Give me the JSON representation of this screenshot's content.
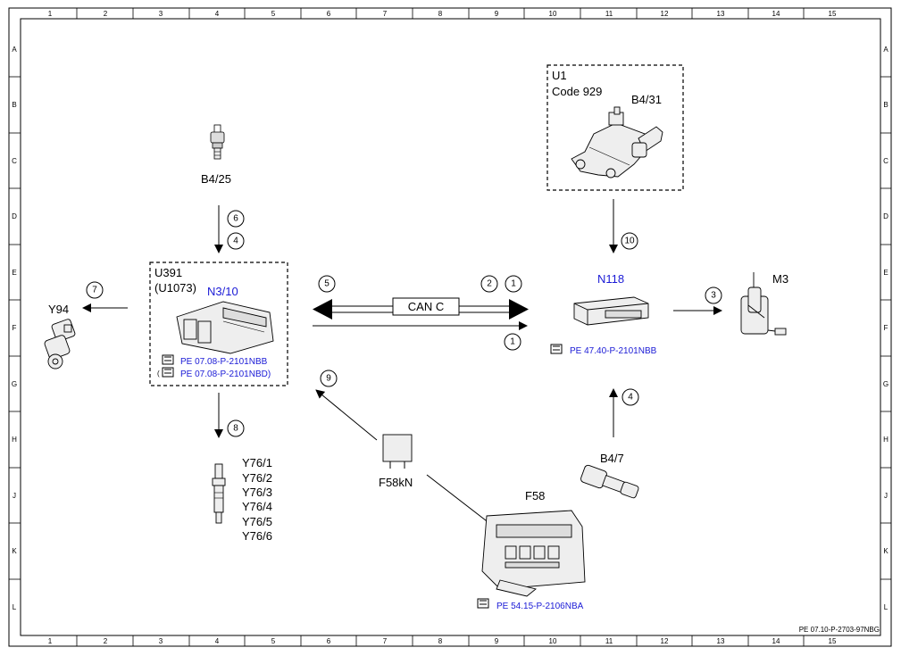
{
  "grid": {
    "columns": [
      "1",
      "2",
      "3",
      "4",
      "5",
      "6",
      "7",
      "8",
      "9",
      "10",
      "11",
      "12",
      "13",
      "14",
      "15"
    ],
    "rows": [
      "A",
      "B",
      "C",
      "D",
      "E",
      "F",
      "G",
      "H",
      "J",
      "K",
      "L"
    ]
  },
  "components": {
    "b425": {
      "label": "B4/25"
    },
    "u1": {
      "label": "U1",
      "code": "Code 929"
    },
    "b431": {
      "label": "B4/31"
    },
    "u391": {
      "label": "U391",
      "alt": "(U1073)"
    },
    "n310": {
      "label": "N3/10",
      "ref1": "PE 07.08-P-2101NBB",
      "ref2_prefix": "(",
      "ref2": "PE 07.08-P-2101NBD)"
    },
    "n118": {
      "label": "N118",
      "ref": "PE 47.40-P-2101NBB"
    },
    "m3": {
      "label": "M3"
    },
    "y94": {
      "label": "Y94"
    },
    "y76": {
      "labels": [
        "Y76/1",
        "Y76/2",
        "Y76/3",
        "Y76/4",
        "Y76/5",
        "Y76/6"
      ]
    },
    "f58kn": {
      "label": "F58kN"
    },
    "f58": {
      "label": "F58",
      "ref": "PE 54.15-P-2106NBA"
    },
    "b47": {
      "label": "B4/7"
    }
  },
  "bus": {
    "label": "CAN C"
  },
  "markers": [
    "6",
    "4",
    "7",
    "5",
    "2",
    "1",
    "1",
    "3",
    "10",
    "9",
    "8",
    "4"
  ],
  "footer": {
    "doc_id": "PE 07.10-P-2703-97NBG"
  },
  "colors": {
    "reference": "#1a1ad6",
    "line": "#000000"
  }
}
